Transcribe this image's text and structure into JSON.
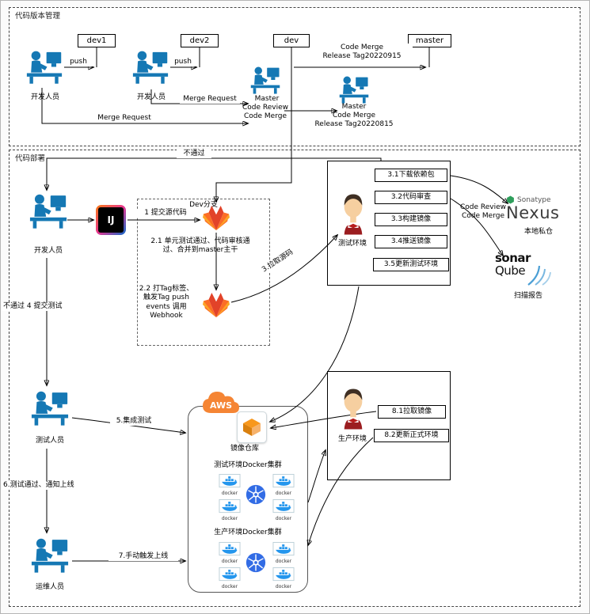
{
  "colors": {
    "person": "#1578b4",
    "jenkins-suit": "#9b1d20",
    "gitlab-red": "#e24329",
    "gitlab-orange": "#fc6d26",
    "gitlab-yellow": "#fca326",
    "aws-orange": "#f58534",
    "k8s-blue": "#326ce5",
    "docker-blue": "#2496ed",
    "nexus-green": "#2e9e5b",
    "sonar-blue": "#4b9fd5",
    "idea-1": "#f97a12",
    "idea-2": "#e73590",
    "idea-3": "#0b6bcb"
  },
  "sections": {
    "version_title": "代码版本管理",
    "deploy_title": "代码部署"
  },
  "version": {
    "branches": {
      "dev1": "dev1",
      "dev2": "dev2",
      "dev": "dev",
      "master": "master"
    },
    "push": "push",
    "developer_label": "开发人员",
    "merge_request": "Merge Request",
    "master_label": "Master",
    "master1_note": "Code Review\nCode Merge",
    "master2_note": "Code Merge\nRelease Tag20220815",
    "merge_to_master_note": "Code Merge\nRelease Tag20220915"
  },
  "deploy": {
    "fail_back": "不通过",
    "developer_label": "开发人员",
    "idea_text": "IJ",
    "step1": "1 提交源代码",
    "dev_branch_title": "Dev分支",
    "step2_1": "2.1 单元测试通过、代码审核通过、合并到master主干",
    "step2_2": "2.2 打Tag标签、触发Tag push events 调用 Webhook",
    "step3": "3.拉取源码",
    "test_env_label": "测试环境",
    "test_steps": [
      "3.1下载依赖包",
      "3.2代码审查",
      "3.3构建镜像",
      "3.4推送镜像",
      "3.5更新测试环境"
    ],
    "code_review_merge": "Code Review\nCode Merge",
    "nexus_brand": "Sonatype",
    "nexus_product": "Nexus",
    "nexus_label": "本地私仓",
    "sonar_word1": "sonar",
    "sonar_word2": "Qube",
    "sonar_label": "扫描报告",
    "fail_step4": "不通过 4 提交测试",
    "tester_label": "测试人员",
    "step5": "5.集成测试",
    "aws_text": "AWS",
    "registry_label": "镜像仓库",
    "test_cluster_title": "测试环境Docker集群",
    "prod_cluster_title": "生产环境Docker集群",
    "docker_caption": "docker",
    "prod_env_label": "生产环境",
    "prod_steps": [
      "8.1拉取镜像",
      "8.2更新正式环境"
    ],
    "step6": "6.测试通过、通知上线",
    "ops_label": "运维人员",
    "step7": "7.手动触发上线"
  }
}
